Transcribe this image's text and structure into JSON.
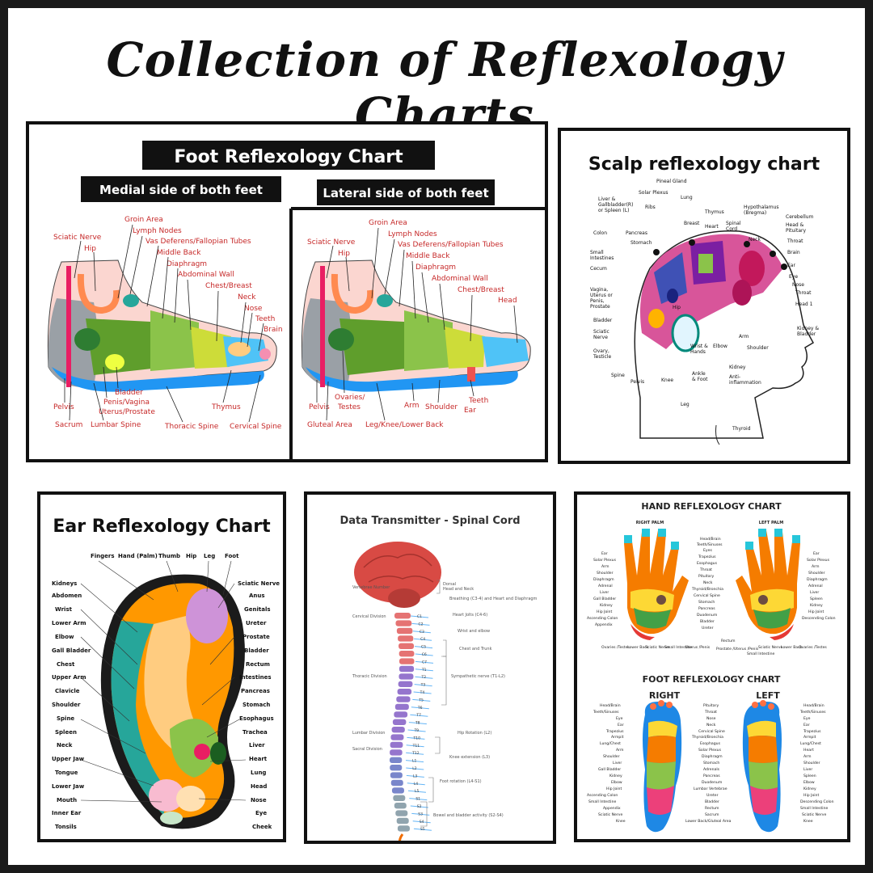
{
  "main_title": "Collection of Reflexology Charts",
  "foot_chart": {
    "title": "Foot Reflexology Chart",
    "medial_heading": "Medial side of both feet",
    "lateral_heading": "Lateral side of both feet",
    "medial_labels": [
      "Sciatic Nerve",
      "Hip",
      "Groin Area",
      "Lymph Nodes",
      "Vas Deferens/Fallopian Tubes",
      "Middle Back",
      "Diaphragm",
      "Abdominal Wall",
      "Chest/Breast",
      "Neck",
      "Nose",
      "Teeth",
      "Brain",
      "Bladder",
      "Penis/Vagina",
      "Uterus/Prostate",
      "Pelvis",
      "Sacrum",
      "Lumbar Spine",
      "Thoracic Spine",
      "Thymus",
      "Cervical Spine"
    ],
    "lateral_labels": [
      "Sciatic Nerve",
      "Hip",
      "Groin Area",
      "Lymph Nodes",
      "Vas Deferens/Fallopian Tubes",
      "Middle Back",
      "Diaphragm",
      "Abdominal Wall",
      "Chest/Breast",
      "Head",
      "Ovaries/",
      "Testes",
      "Pelvis",
      "Gluteal Area",
      "Leg/Knee/Lower Back",
      "Arm",
      "Shoulder",
      "Teeth",
      "Ear"
    ]
  },
  "scalp_chart": {
    "title": "Scalp reflexology chart",
    "labels": [
      "Pineal Gland",
      "Solar Plexus",
      "Lung",
      "Liver &",
      "Gallbladder(R)",
      "or Spleen (L)",
      "Ribs",
      "Thymus",
      "Hypothalamus",
      "(Bregma)",
      "Cerebellum",
      "Head &",
      "Pituitary",
      "Colon",
      "Pancreas",
      "Breast",
      "Heart",
      "Spinal",
      "Cord",
      "Throat",
      "Stomach",
      "Neck",
      "Brain",
      "Small",
      "Intestines",
      "Ear",
      "Cecum",
      "Eye",
      "Nose",
      "Vagina,",
      "Uterus or",
      "Penis,",
      "Prostate",
      "Throat",
      "Head 1",
      "Hip",
      "Bladder",
      "Sciatic",
      "Nerve",
      "Kidney &",
      "Bladder",
      "Ovary,",
      "Testicle",
      "Wrist &",
      "Hands",
      "Elbow",
      "Shoulder",
      "Arm",
      "Kidney",
      "Spine",
      "Pelvis",
      "Knee",
      "Ankle",
      "& Foot",
      "Anti-",
      "inflammation",
      "Leg",
      "Thyroid"
    ]
  },
  "ear_chart": {
    "title": "Ear Reflexology Chart",
    "top_labels": [
      "Fingers",
      "Hand (Palm)",
      "Thumb",
      "Hip",
      "Leg",
      "Foot"
    ],
    "left_labels": [
      "Kidneys",
      "Abdomen",
      "Wrist",
      "Lower Arm",
      "Elbow",
      "Gall Bladder",
      "Chest",
      "Upper Arm",
      "Clavicle",
      "Shoulder",
      "Spine",
      "Spleen",
      "Neck",
      "Upper Jaw",
      "Tongue",
      "Lower Jaw",
      "Mouth",
      "Inner Ear",
      "Tonsils"
    ],
    "right_labels": [
      "Sciatic Nerve",
      "Anus",
      "Genitals",
      "Ureter",
      "Prostate",
      "Bladder",
      "Rectum",
      "Intestines",
      "Pancreas",
      "Stomach",
      "Esophagus",
      "Trachea",
      "Liver",
      "Heart",
      "Lung",
      "Head",
      "Nose",
      "Eye",
      "Cheek"
    ]
  },
  "spine_chart": {
    "title": "Data Transmitter - Spinal Cord",
    "side_labels": [
      "Vertebrae Number",
      "Cervical Division",
      "Thoracic Division",
      "Lumbar Division",
      "Sacral Division"
    ],
    "vertebrae": [
      "C1",
      "C2",
      "C3",
      "C4",
      "C5",
      "C6",
      "C7",
      "T1",
      "T2",
      "T3",
      "T4",
      "T5",
      "T6",
      "T7",
      "T8",
      "T9",
      "T10",
      "T11",
      "T12",
      "L1",
      "L2",
      "L3",
      "L4",
      "L5",
      "S1",
      "S2",
      "S3",
      "S4",
      "S5"
    ],
    "functions": [
      "Dorsal",
      "Head and Neck",
      "Breathing (C3-4) and Heart and Diaphragm",
      "Heart Jolts (C4-6)",
      "Wrist and elbow",
      "Chest and Trunk",
      "Sympathetic nerve (T1-L2)",
      "Hip Rotation (L2)",
      "Knee extension (L3)",
      "Foot rotation (L4-S1)",
      "Bowel and bladder activity (S2-S4)"
    ]
  },
  "hand_chart": {
    "title": "HAND REFLEXOLOGY CHART",
    "right_palm": "RIGHT PALM",
    "left_palm": "LEFT PALM",
    "left_labels": [
      "Ear",
      "Solar Plexus",
      "Arm",
      "Shoulder",
      "Diaphragm",
      "Adrenal",
      "Liver",
      "Gall Bladder",
      "Kidney",
      "Hip Joint",
      "Ascending Colon",
      "Appendix"
    ],
    "center_labels": [
      "Head/Brain",
      "Teeth/Sinuses",
      "Eyes",
      "Trapezius",
      "Esophagus",
      "Throat",
      "Pituitary",
      "Neck",
      "Thyroid/Bronchia",
      "Cervical Spine",
      "Stomach",
      "Pancreas",
      "Duodenum",
      "Bladder",
      "Ureter"
    ],
    "right_labels": [
      "Ear",
      "Solar Plexus",
      "Arm",
      "Shoulder",
      "Diaphragm",
      "Adrenal",
      "Liver",
      "Spleen",
      "Kidney",
      "Hip Joint",
      "Descending Colon"
    ],
    "bottom_labels": [
      "Ovaries /Testes",
      "Lower Back",
      "Sciatic Nerve",
      "Small Intestine",
      "Uterus /Penis",
      "Rectum",
      "Prostate /Uterus /Penis",
      "Sciatic Nerve",
      "Small Intestine",
      "Lower Back",
      "Ovaries /Testes"
    ]
  },
  "foot_small_chart": {
    "title": "FOOT REFLEXOLOGY CHART",
    "right": "RIGHT",
    "left": "LEFT",
    "left_labels": [
      "Head/Brain",
      "Teeth/Sinuses",
      "Eye",
      "Ear",
      "Trapezius",
      "Armpit",
      "Lung/Chest",
      "Arm",
      "Shoulder",
      "Liver",
      "Gall Bladder",
      "Kidney",
      "Elbow",
      "Hip Joint",
      "Ascending Colon",
      "Small Intestine",
      "Appendix",
      "Sciatic Nerve",
      "Knee"
    ],
    "center_labels": [
      "Pituitary",
      "Throat",
      "Nose",
      "Neck",
      "Cervical Spine",
      "Thyroid/Bronchia",
      "Esophagus",
      "Solar Plexus",
      "Diaphragm",
      "Stomach",
      "Adrenals",
      "Pancreas",
      "Duodenum",
      "Lumbar Vertebrae",
      "Ureter",
      "Bladder",
      "Rectum",
      "Sacrum",
      "Lower Back/Gluteal Area"
    ],
    "right_labels": [
      "Head/Brain",
      "Teeth/Sinuses",
      "Eye",
      "Ear",
      "Trapezius",
      "Armpit",
      "Lung/Chest",
      "Heart",
      "Arm",
      "Shoulder",
      "Liver",
      "Spleen",
      "Elbow",
      "Kidney",
      "Hip Joint",
      "Descending Colon",
      "Small Intestine",
      "Sciatic Nerve",
      "Knee"
    ]
  }
}
